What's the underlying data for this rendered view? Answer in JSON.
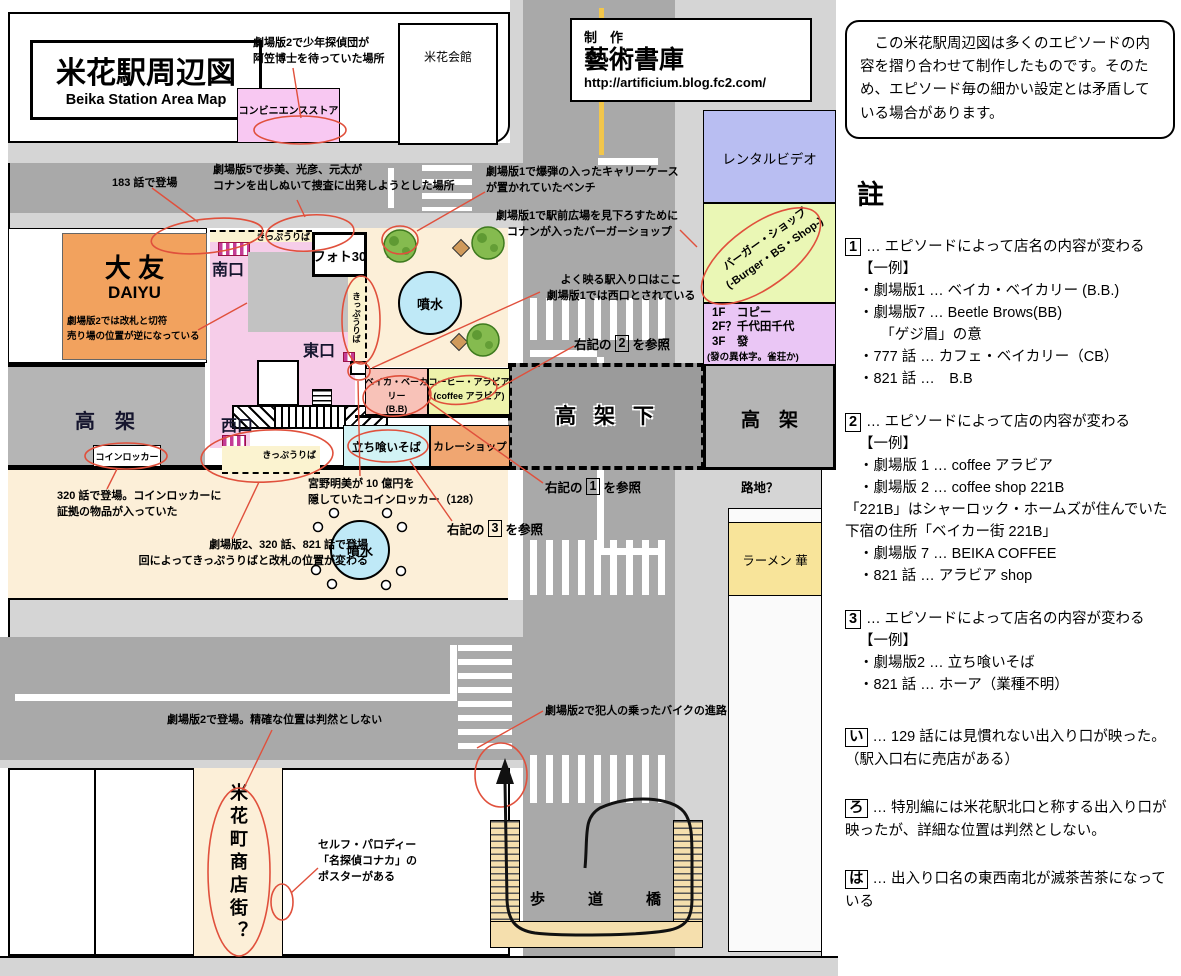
{
  "title": {
    "jp": "米花駅周辺図",
    "en": "Beika Station Area Map"
  },
  "credit": {
    "label": "制　作",
    "name": "藝術書庫",
    "url": "http://artificium.blog.fc2.com/"
  },
  "map": {
    "buildings": {
      "kaikan": "米花会館",
      "conbini": "コンビニエンスストア",
      "rental": "レンタルビデオ",
      "burger": "バーガー・ショップ\n(-Burger・BS・Shop-)",
      "floors": "1F　コピー\n2F？千代田千代\n3F　發",
      "floors_note": "(發の異体字。雀荘か)",
      "daiyu_jp": "大 友",
      "daiyu_en": "DAIYU",
      "daiyu_note": "劇場版2では改札と切符\n売り場の位置が逆になっている",
      "photo": "フォト30",
      "bakery": "ベイカ・ベーカリー\n(B.B)",
      "coffee": "コーヒー・アラビア\n(coffee アラビア)",
      "soba": "立ち喰いそば",
      "curry": "カレーショップ",
      "ramen": "ラーメン 華",
      "locker": "コインロッカー",
      "shotengai": "米花町商店街？"
    },
    "labels": {
      "south_exit": "南口",
      "east_exit": "東口",
      "west_exit": "西口",
      "ticket_top": "きっぷうりば",
      "ticket_east": "きっぷうりば",
      "ticket_west": "きっぷうりば",
      "fountain_upper": "噴水",
      "fountain_lower": "噴水",
      "elevated_left": "高　架",
      "elevated_right": "高　架",
      "under_elevated": "高 架 下",
      "alley": "路地？",
      "footbridge": "歩　道　橋"
    },
    "annotations": {
      "conbini": "劇場版2で少年探偵団が\n阿笠博士を待っていた場所",
      "ep183": "183 話で登場",
      "movie5": "劇場版5で歩美、光彦、元太が\nコナンを出しぬいて捜査に出発しようとした場所",
      "bench": "劇場版1で爆弾の入ったキャリーケース\nが置かれていたベンチ",
      "burger": "劇場版1で駅前広場を見下ろすために\n　コナンが入ったバーガーショップ",
      "entrance": "よく映る駅入り口はここ\n劇場版1では西口とされている",
      "miyano": "宮野明美が 10 億円を\n隠していたコインロッカー（128）",
      "locker320": "320 話で登場。コインロッカーに\n証拠の物品が入っていた",
      "ticket_gate": "劇場版2、320 話、821 話で登場\n回によってきっぷうりばと改札の位置が変わる",
      "shotengai": "劇場版2で登場。精確な位置は判然としない",
      "bike": "劇場版2で犯人の乗ったバイクの進路",
      "poster": "セルフ・パロディー\n「名探偵コナカ」の\nポスターがある",
      "ref1": {
        "pre": "右記の",
        "num": "1",
        "post": "を参照"
      },
      "ref2": {
        "pre": "右記の",
        "num": "2",
        "post": "を参照"
      },
      "ref3": {
        "pre": "右記の",
        "num": "3",
        "post": "を参照"
      }
    }
  },
  "sidebar": {
    "intro": "　この米花駅周辺図は多くのエピソードの内容を摺り合わせて制作したものです。そのため、エピソード毎の細かい設定とは矛盾している場合があります。",
    "heading": "註",
    "notes": [
      {
        "marker": "1",
        "text": "… エピソードによって店名の内容が変わる",
        "lines": [
          "【一例】",
          "・劇場版1 … ベイカ・ベイカリー (B.B.)",
          "・劇場版7 … Beetle Brows(BB)",
          "　「ゲジ眉」の意",
          "・777 話 … カフェ・ベイカリー（CB）",
          "・821 話 …　B.B"
        ]
      },
      {
        "marker": "2",
        "text": "… エピソードによって店の内容が変わる",
        "lines": [
          "【一例】",
          "・劇場版 1 … coffee アラビア",
          "・劇場版 2 … coffee shop 221B",
          "「221B」はシャーロック・ホームズが住んでいた下宿の住所「ベイカー街 221B」",
          "・劇場版 7 … BEIKA COFFEE",
          "・821 話 … アラビア shop"
        ]
      },
      {
        "marker": "3",
        "text": "… エピソードによって店名の内容が変わる",
        "lines": [
          "【一例】",
          "・劇場版2 … 立ち喰いそば",
          "・821 話 … ホーア（業種不明）"
        ]
      },
      {
        "marker": "い",
        "text": "… 129 話には見慣れない出入り口が映った。（駅入口右に売店がある）"
      },
      {
        "marker": "ろ",
        "text": "… 特別編には米花駅北口と称する出入り口が映ったが、詳細な位置は判然としない。"
      },
      {
        "marker": "は",
        "text": "… 出入り口名の東西南北が滅茶苦茶になっている"
      }
    ]
  }
}
